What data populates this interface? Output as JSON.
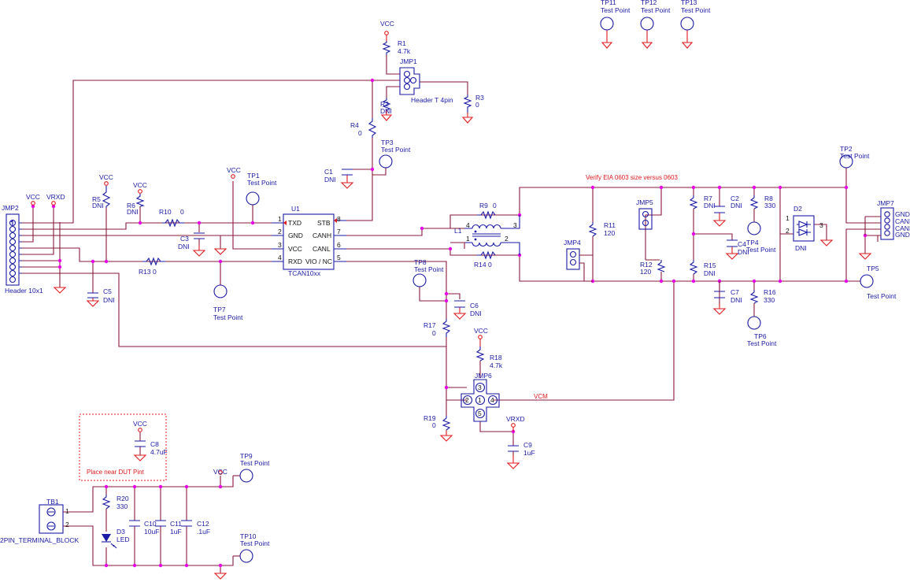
{
  "parts": {
    "r1": {
      "ref": "R1",
      "val": "4.7k"
    },
    "r2": {
      "ref": "R2",
      "val": "DNI"
    },
    "r3": {
      "ref": "R3",
      "val": "0"
    },
    "r4": {
      "ref": "R4",
      "val": "0"
    },
    "r5": {
      "ref": "R5",
      "val": "DNI"
    },
    "r6": {
      "ref": "R6",
      "val": "DNI"
    },
    "r7": {
      "ref": "R7",
      "val": "DNI"
    },
    "r8": {
      "ref": "R8",
      "val": "330"
    },
    "r9": {
      "ref": "R9",
      "val": "0"
    },
    "r10": {
      "ref": "R10",
      "val": "0"
    },
    "r11": {
      "ref": "R11",
      "val": "120"
    },
    "r12": {
      "ref": "R12",
      "val": "120"
    },
    "r13": {
      "ref": "R13",
      "val": "0"
    },
    "r14": {
      "ref": "R14",
      "val": "0"
    },
    "r15": {
      "ref": "R15",
      "val": "DNI"
    },
    "r16": {
      "ref": "R16",
      "val": "330"
    },
    "r17": {
      "ref": "R17",
      "val": "0"
    },
    "r18": {
      "ref": "R18",
      "val": "4.7k"
    },
    "r19": {
      "ref": "R19",
      "val": "0"
    },
    "r20": {
      "ref": "R20",
      "val": "330"
    },
    "c1": {
      "ref": "C1",
      "val": "DNI"
    },
    "c2": {
      "ref": "C2",
      "val": "DNI"
    },
    "c3": {
      "ref": "C3",
      "val": "DNI"
    },
    "c4": {
      "ref": "C4",
      "val": "DNI"
    },
    "c5": {
      "ref": "C5",
      "val": "DNI"
    },
    "c6": {
      "ref": "C6",
      "val": "DNI"
    },
    "c7": {
      "ref": "C7",
      "val": "DNI"
    },
    "c8": {
      "ref": "C8",
      "val": "4.7uF"
    },
    "c9": {
      "ref": "C9",
      "val": "1uF"
    },
    "c10": {
      "ref": "C10",
      "val": "10uF"
    },
    "c11": {
      "ref": "C11",
      "val": "1uF"
    },
    "c12": {
      "ref": "C12",
      "val": ".1uF"
    },
    "d2": {
      "ref": "D2",
      "val": "DNI"
    },
    "d3": {
      "ref": "D3",
      "val": "LED"
    },
    "l1": {
      "ref": "L1"
    },
    "u1": {
      "ref": "U1",
      "part": "TCAN10xx"
    },
    "tb1": {
      "ref": "TB1",
      "name": "2PIN_TERMINAL_BLOCK"
    },
    "jmp1": {
      "ref": "JMP1",
      "name": "Header T 4pin"
    },
    "jmp2": {
      "ref": "JMP2",
      "name": "Header 10x1"
    },
    "jmp4": {
      "ref": "JMP4"
    },
    "jmp5": {
      "ref": "JMP5"
    },
    "jmp6": {
      "ref": "JMP6"
    },
    "jmp7": {
      "ref": "JMP7",
      "pins": [
        "GND",
        "CANH",
        "CANL",
        "GND"
      ]
    }
  },
  "testpoints": {
    "desc": "Test Point",
    "tp1": "TP1",
    "tp2": "TP2",
    "tp3": "TP3",
    "tp4": "TP4",
    "tp5": "TP5",
    "tp6": "TP6",
    "tp7": "TP7",
    "tp8": "TP8",
    "tp9": "TP9",
    "tp10": "TP10",
    "tp11": "TP11",
    "tp12": "TP12",
    "tp13": "TP13"
  },
  "ic_pins": {
    "txd": "TXD",
    "gnd": "GND",
    "vcc": "VCC",
    "rxd": "RXD",
    "stb": "STB",
    "canh": "CANH",
    "canl": "CANL",
    "vio": "VIO / NC",
    "n1": "1",
    "n2": "2",
    "n3": "3",
    "n4": "4",
    "n5": "5",
    "n6": "6",
    "n7": "7",
    "n8": "8"
  },
  "power": {
    "vcc": "VCC",
    "vrxd": "VRXD"
  },
  "nets": {
    "vcm": "VCM"
  },
  "notes": {
    "eia": "Verify EIA 0603 size versus 0603",
    "dut": "Place near DUT Pint"
  },
  "jmp6_pins": {
    "p1": "1",
    "p2": "2",
    "p3": "3",
    "p4": "4",
    "p5": "5"
  },
  "misc_pins": {
    "one": "1",
    "two": "2",
    "three": "3",
    "four": "4"
  },
  "colors": {
    "wire": "#8b1a3c",
    "component": "#1a1aa6",
    "ground": "#e0191e",
    "node": "#e600e6"
  }
}
